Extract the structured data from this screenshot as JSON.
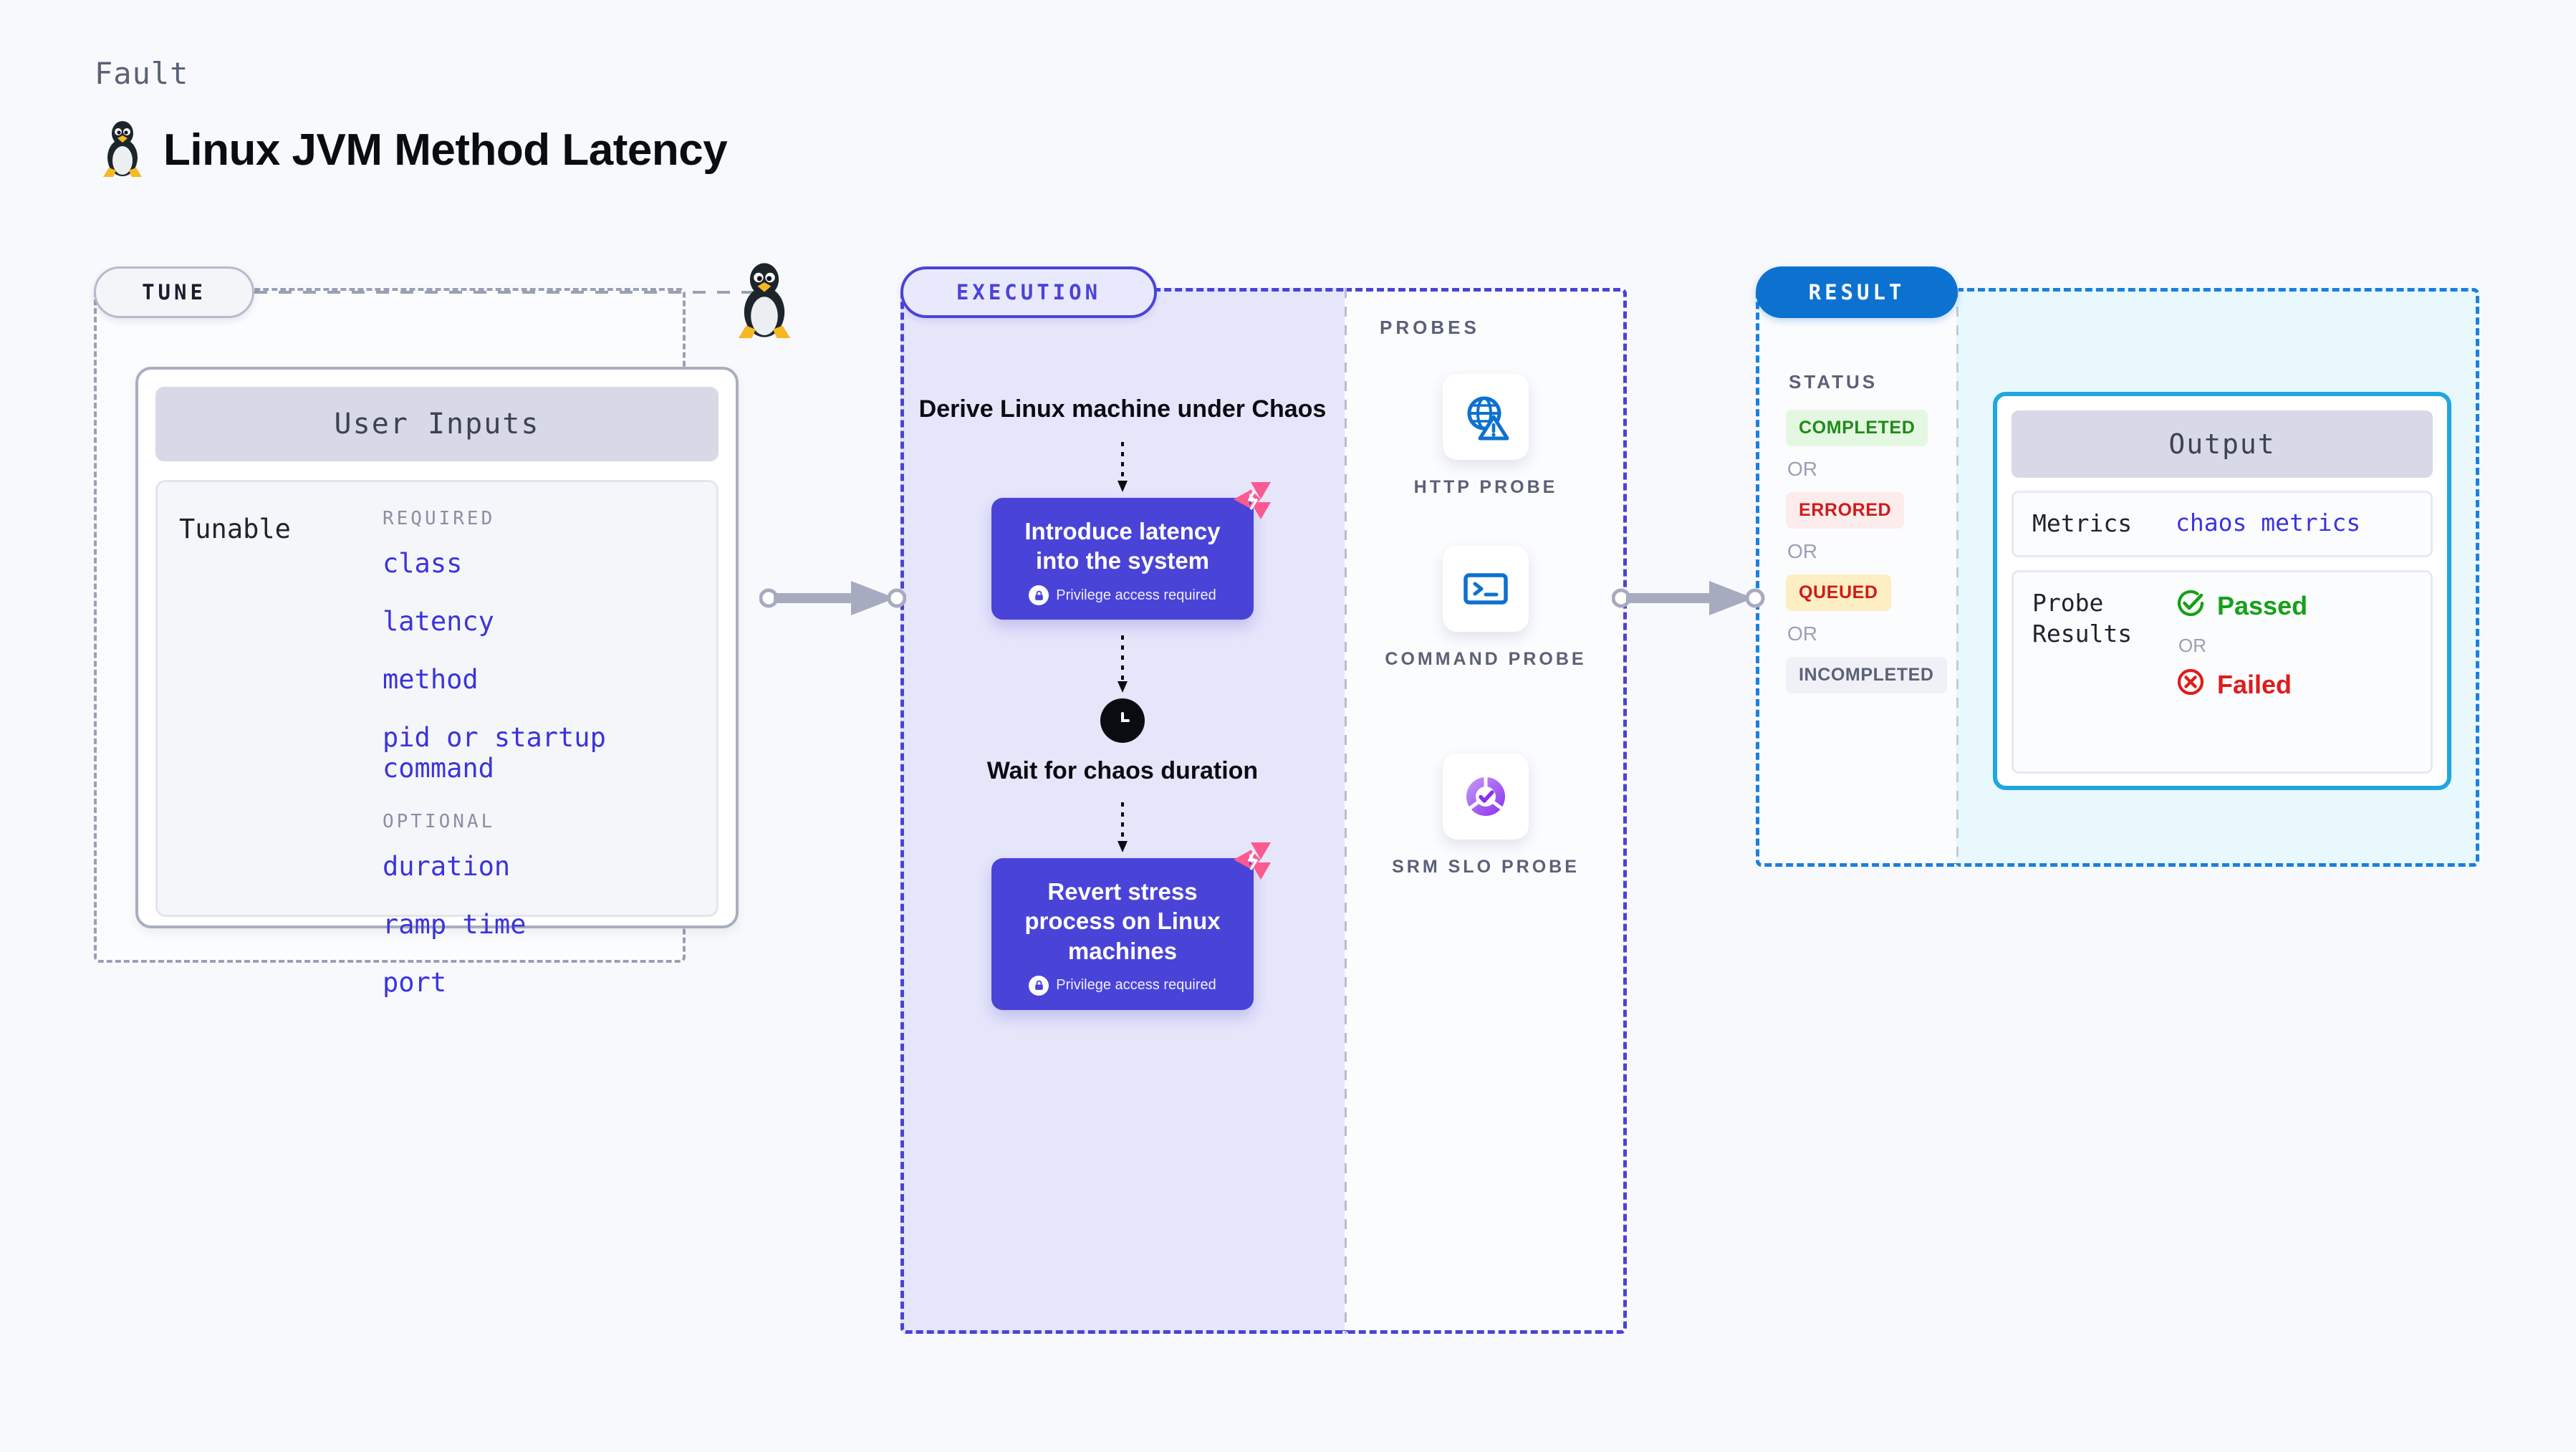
{
  "header": {
    "kicker": "Fault",
    "title": "Linux JVM Method Latency",
    "icon": "tux-penguin-icon"
  },
  "tune": {
    "pill_label": "TUNE",
    "connector_icon": "tux-penguin-icon",
    "card": {
      "header": "User Inputs",
      "row_label": "Tunable",
      "groups": [
        {
          "label": "REQUIRED",
          "params": [
            "class",
            "latency",
            "method",
            "pid or startup command"
          ]
        },
        {
          "label": "OPTIONAL",
          "params": [
            "duration",
            "ramp time",
            "port"
          ]
        }
      ]
    }
  },
  "execution": {
    "pill_label": "EXECUTION",
    "steps": [
      {
        "type": "text",
        "label": "Derive Linux machine under Chaos"
      },
      {
        "type": "action",
        "label": "Introduce latency into the system",
        "privilege_note": "Privilege access required",
        "badge_icon": "chaos-badge-icon",
        "lock_icon": "lock-icon"
      },
      {
        "type": "wait",
        "icon": "clock-icon",
        "label": "Wait for chaos duration"
      },
      {
        "type": "action",
        "label": "Revert stress process on Linux machines",
        "privilege_note": "Privilege access required",
        "badge_icon": "chaos-badge-icon",
        "lock_icon": "lock-icon"
      }
    ]
  },
  "probes": {
    "title": "PROBES",
    "items": [
      {
        "name": "HTTP PROBE",
        "icon": "globe-warning-icon"
      },
      {
        "name": "COMMAND PROBE",
        "icon": "terminal-icon"
      },
      {
        "name": "SRM SLO PROBE",
        "icon": "srm-slo-check-icon"
      }
    ]
  },
  "result": {
    "pill_label": "RESULT",
    "status_title": "STATUS",
    "or_label": "OR",
    "statuses": [
      {
        "label": "COMPLETED",
        "fg": "#1f8b18",
        "bg": "#e4f7e1"
      },
      {
        "label": "ERRORED",
        "fg": "#cf1a1a",
        "bg": "#fdecec"
      },
      {
        "label": "QUEUED",
        "fg": "#cf1a1a",
        "bg": "#fdeec3"
      },
      {
        "label": "INCOMPLETED",
        "fg": "#5a6178",
        "bg": "#f0f1f6"
      }
    ],
    "output": {
      "header": "Output",
      "metrics_key": "Metrics",
      "metrics_value": "chaos metrics",
      "probe_key": "Probe Results",
      "pass_label": "Passed",
      "fail_label": "Failed",
      "or_label": "OR",
      "pass_icon": "check-circle-icon",
      "fail_icon": "x-circle-icon"
    }
  },
  "connectors": [
    {
      "name": "tune-to-execution",
      "icon": "arrow-right-icon"
    },
    {
      "name": "probes-to-result",
      "icon": "arrow-right-icon"
    }
  ],
  "colors": {
    "accent_purple": "#4a43d8",
    "accent_blue": "#0d71d0",
    "accent_cyan": "#1fa7e0",
    "chaos_pink": "#fb5a91",
    "page_bg": "#f8f9fc"
  }
}
